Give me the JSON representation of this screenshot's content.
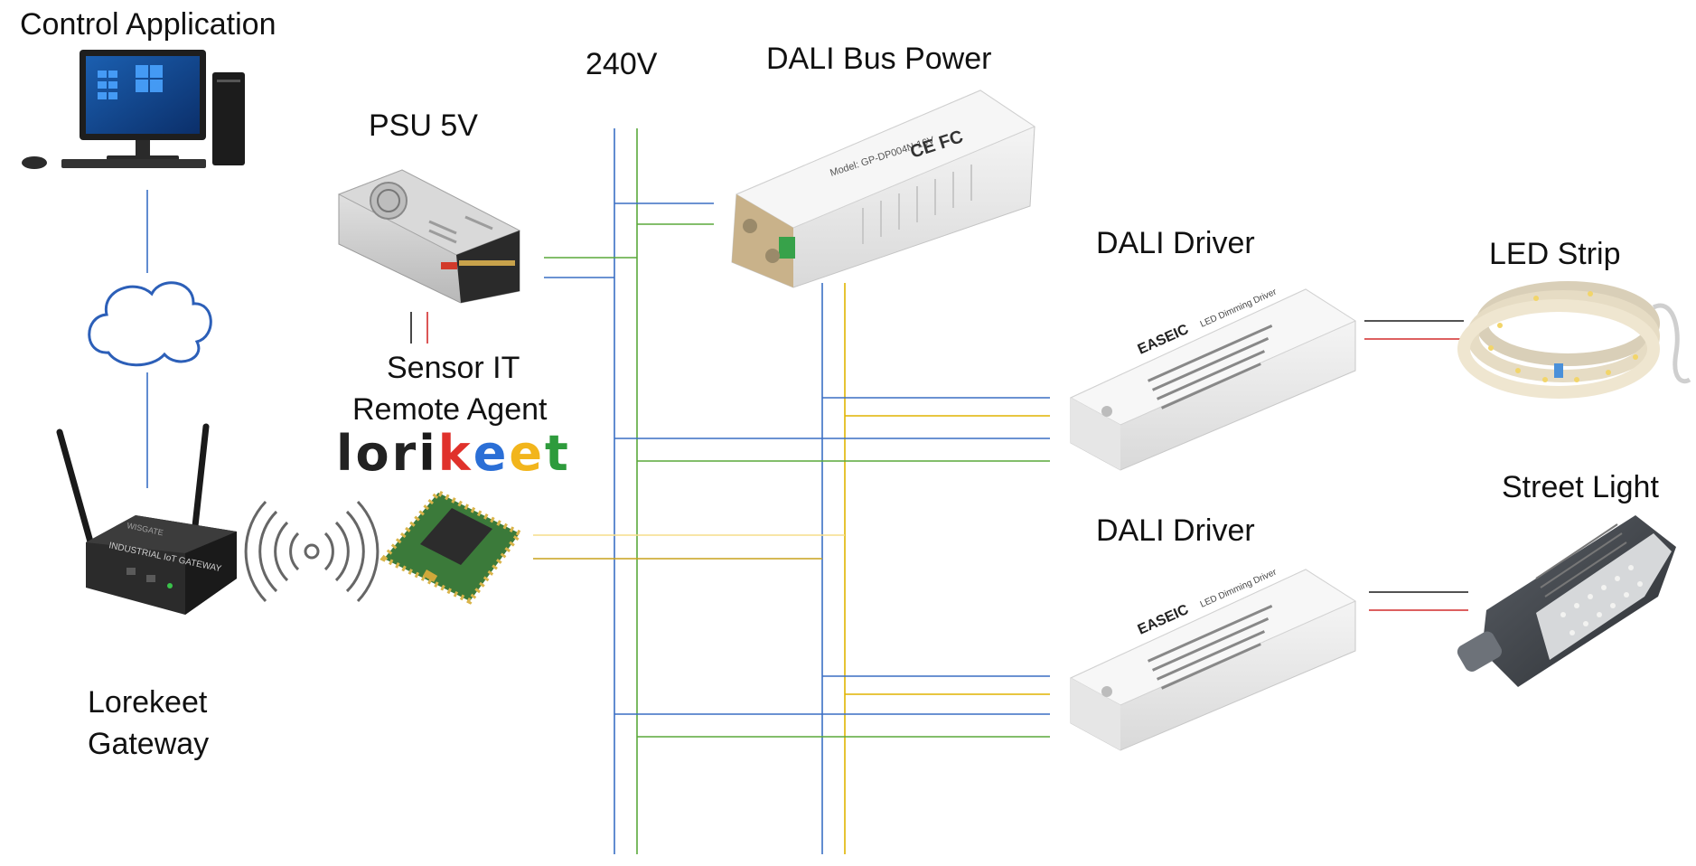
{
  "labels": {
    "control_application": "Control Application",
    "voltage": "240V",
    "dali_bus_power": "DALI Bus Power",
    "psu": "PSU 5V",
    "sensor_it_line1": "Sensor IT",
    "sensor_it_line2": "Remote Agent",
    "dali_driver_1": "DALI Driver",
    "led_strip": "LED Strip",
    "street_light": "Street Light",
    "dali_driver_2": "DALI Driver",
    "gateway_line1": "Lorekeet",
    "gateway_line2": "Gateway"
  },
  "logo": {
    "letters": [
      "l",
      "o",
      "r",
      "i",
      "k",
      "e",
      "e",
      "t"
    ],
    "colors": [
      "#222222",
      "#222222",
      "#222222",
      "#1a1a1a",
      "#e0312b",
      "#2b6fd6",
      "#f2b51c",
      "#2e9b3c"
    ]
  },
  "device_text": {
    "gateway": "INDUSTRIAL IoT GATEWAY",
    "gateway_brand": "WISGATE",
    "bus_power_model": "Model: GP-DP004N-16V",
    "driver_brand": "EASEIC",
    "driver_subtitle": "LED Dimming Driver"
  },
  "colors": {
    "blue_wire": "#3a6fc4",
    "green_wire": "#5aa83a",
    "yellow_wire": "#e0b400",
    "red_wire": "#d22b2b",
    "black_wire": "#1a1a1a"
  }
}
